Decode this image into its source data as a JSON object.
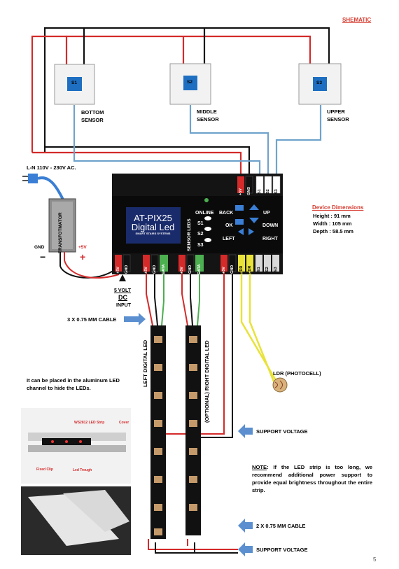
{
  "title": "SHEMATIC",
  "sensors": [
    {
      "id": "S1",
      "label_line1": "BOTTOM",
      "label_line2": "SENSOR"
    },
    {
      "id": "S2",
      "label_line1": "MIDDLE",
      "label_line2": "SENSOR"
    },
    {
      "id": "S3",
      "label_line1": "UPPER",
      "label_line2": "SENSOR"
    }
  ],
  "mains_label": "L-N 110V - 230V AC.",
  "transformer_label": "TRANSFOTMATOR",
  "gnd_label": "GND",
  "plus5_label": "+5V",
  "input_label_line1": "5 VOLT",
  "input_label_line2": "DC",
  "input_label_line3": "INPUT",
  "cable_label_top": "3 X 0.75 MM CABLE",
  "device": {
    "screen_line1": "AT-PIX25",
    "screen_line2": "Digital Led",
    "screen_line3": "SMART STAIRS SYSTEMS",
    "sensor_leds_label": "SENSOR LEDS",
    "online_label": "ONLINE",
    "s1": "S1",
    "s2": "S2",
    "s3": "S3",
    "back": "BACK",
    "up": "UP",
    "ok": "OK",
    "down": "DOWN",
    "left": "LEFT",
    "right": "RIGHT",
    "top_pins": [
      "+5V",
      "GND",
      "S1",
      "S2",
      "S3"
    ],
    "bottom_pins": [
      "+5V",
      "GND",
      "+5V",
      "GND",
      "DATA",
      "+5V",
      "GND",
      "DATA",
      "+5V",
      "GND",
      "LDR",
      "LDR",
      "E1",
      "E2",
      "E3"
    ]
  },
  "dimensions": {
    "title": "Device Dimensions",
    "height": "Height :  91 mm",
    "width": "Width : 105 mm",
    "depth": "Depth : 58.5 mm"
  },
  "left_led_label": "LEFT DIGITAL LED",
  "right_led_label": "(OPTIONAL) RIGHT DIGITAL LED",
  "ldr_label": "LDR (PHOTOCELL)",
  "channel_text": "It can be placed in the aluminum LED channel to hide the LEDs.",
  "photo_labels": {
    "strip": "WS2812 LED Strip",
    "cover": "Cover",
    "clip": "Fixed Clip",
    "trough": "Led Trough"
  },
  "support_voltage_1": "SUPPORT VOLTAGE",
  "note_prefix": "NOTE",
  "note_text": ": If the LED strip is too long, we recommend additional power support to provide equal brightness throughout the entire strip.",
  "cable_label_bottom": "2 X 0.75 MM CABLE",
  "support_voltage_2": "SUPPORT VOLTAGE",
  "page_number": "5",
  "colors": {
    "red_wire": "#d42a2a",
    "black_wire": "#111111",
    "blue_wire": "#6fa3cc",
    "green_wire": "#4caf50",
    "yellow_wire": "#e8e23a",
    "arrow": "#5b8fd0",
    "accent": "#d63b2f"
  }
}
